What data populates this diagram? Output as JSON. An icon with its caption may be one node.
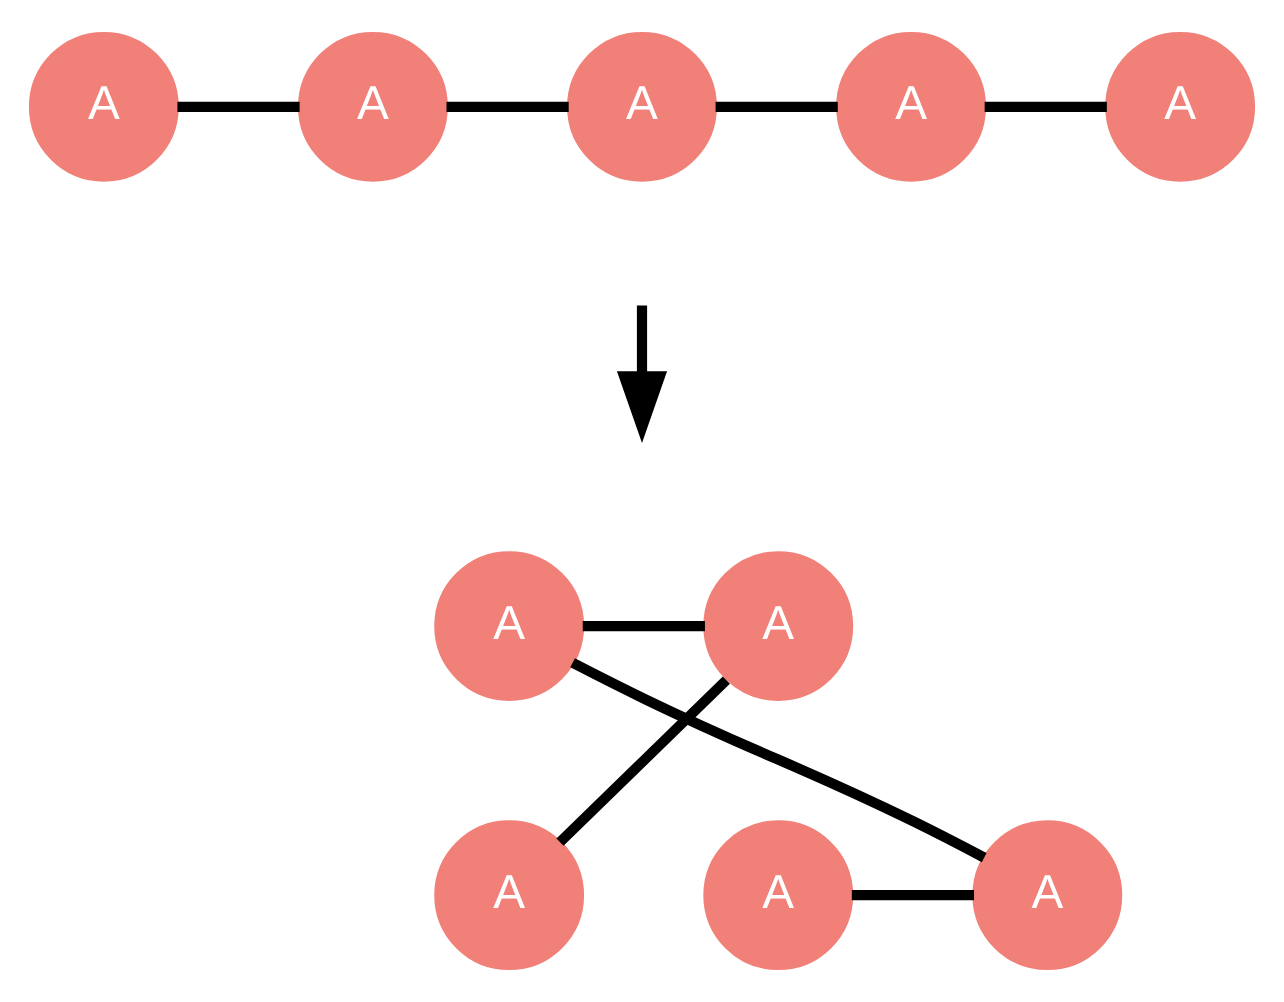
{
  "diagram": {
    "nodes": [
      {
        "text": [
          "A"
        ]
      },
      {
        "text": [
          "A"
        ]
      },
      {
        "text": [
          "A"
        ]
      },
      {
        "text": [
          "A"
        ]
      },
      {
        "text": [
          "A"
        ]
      },
      {
        "text": [
          "A"
        ]
      },
      {
        "text": [
          "A"
        ]
      },
      {
        "text": [
          "A"
        ]
      },
      {
        "text": [
          "A"
        ]
      },
      {
        "text": [
          "A"
        ]
      }
    ],
    "edges": [
      {
        "from": 0,
        "to": 1,
        "arrow": "none"
      },
      {
        "from": 1,
        "to": 2,
        "arrow": "none"
      },
      {
        "from": 2,
        "to": 3,
        "arrow": "none"
      },
      {
        "from": 3,
        "to": 4,
        "arrow": "none"
      },
      {
        "from": 5,
        "to": 6,
        "arrow": "none"
      },
      {
        "from": 6,
        "to": 7,
        "arrow": "none"
      },
      {
        "from": 5,
        "to": 9,
        "arrow": "none"
      },
      {
        "from": 8,
        "to": 9,
        "arrow": "none"
      }
    ]
  }
}
